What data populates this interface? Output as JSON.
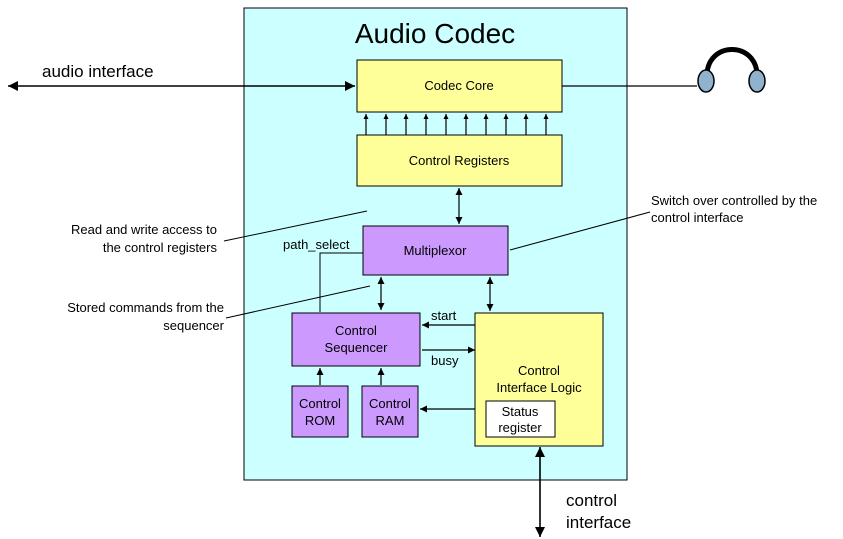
{
  "title": "Audio Codec",
  "colors": {
    "background": "#ffffff",
    "codec_panel": "#ccffff",
    "yellow_block": "#ffff99",
    "purple_block": "#cc99ff",
    "headphone_cup": "#8fb2cf",
    "line": "#000000"
  },
  "blocks": {
    "codec_core": "Codec Core",
    "control_registers": "Control Registers",
    "multiplexor": "Multiplexor",
    "control_sequencer": [
      "Control",
      "Sequencer"
    ],
    "control_rom": [
      "Control",
      "ROM"
    ],
    "control_ram": [
      "Control",
      "RAM"
    ],
    "control_interface_logic": [
      "Control",
      "Interface Logic"
    ],
    "status_register": [
      "Status",
      "register"
    ]
  },
  "signals": {
    "path_select": "path_select",
    "start": "start",
    "busy": "busy"
  },
  "external": {
    "audio_interface": "audio interface",
    "control_interface": [
      "control",
      "interface"
    ],
    "headphone_icon": "headphone-icon"
  },
  "annotations": {
    "read_write": [
      "Read and write access to",
      "the control registers"
    ],
    "stored_commands": [
      "Stored commands from the",
      "sequencer"
    ],
    "switch_over": [
      "Switch over controlled by the",
      "control interface"
    ]
  }
}
